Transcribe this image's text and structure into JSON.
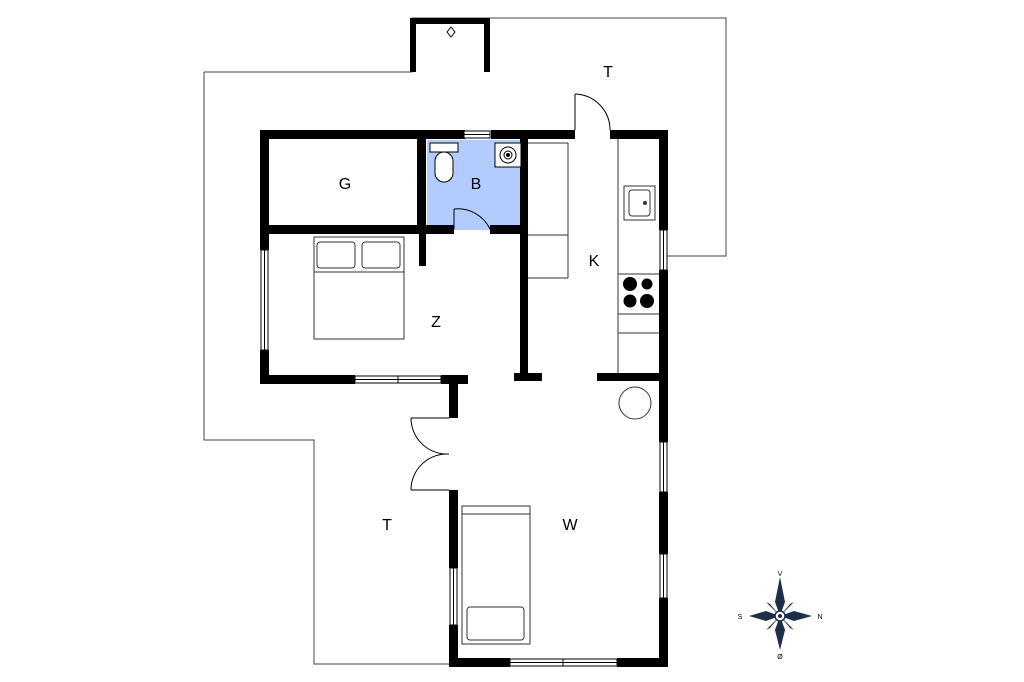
{
  "rooms": {
    "terrace_north": "T",
    "terrace_south": "T",
    "storage": "G",
    "bathroom": "B",
    "kitchen": "K",
    "bedroom": "Z",
    "living": "W"
  },
  "compass": {
    "top": "V",
    "left": "S",
    "right": "N",
    "bottom": "Ø"
  },
  "colors": {
    "wall": "#000000",
    "bathroom_fill": "#b3ccff",
    "line": "#333333",
    "compass": "#1c2e4a"
  }
}
